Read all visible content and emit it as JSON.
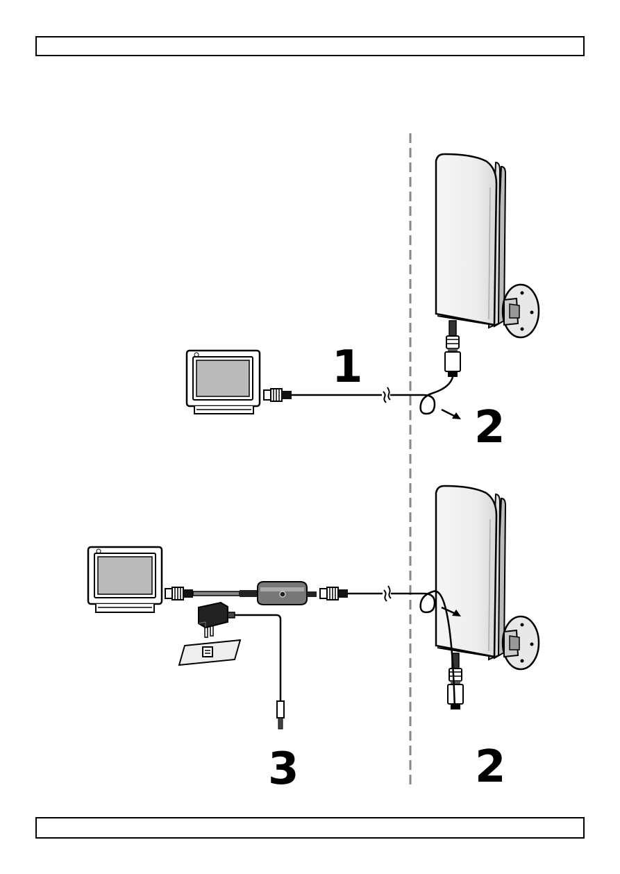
{
  "header": {
    "text": ""
  },
  "footer": {
    "text": ""
  },
  "diagram": {
    "upper": {
      "cable_label": "1",
      "loop_label": "2"
    },
    "lower": {
      "amplifier_label": "3",
      "loop_label": "2"
    }
  }
}
